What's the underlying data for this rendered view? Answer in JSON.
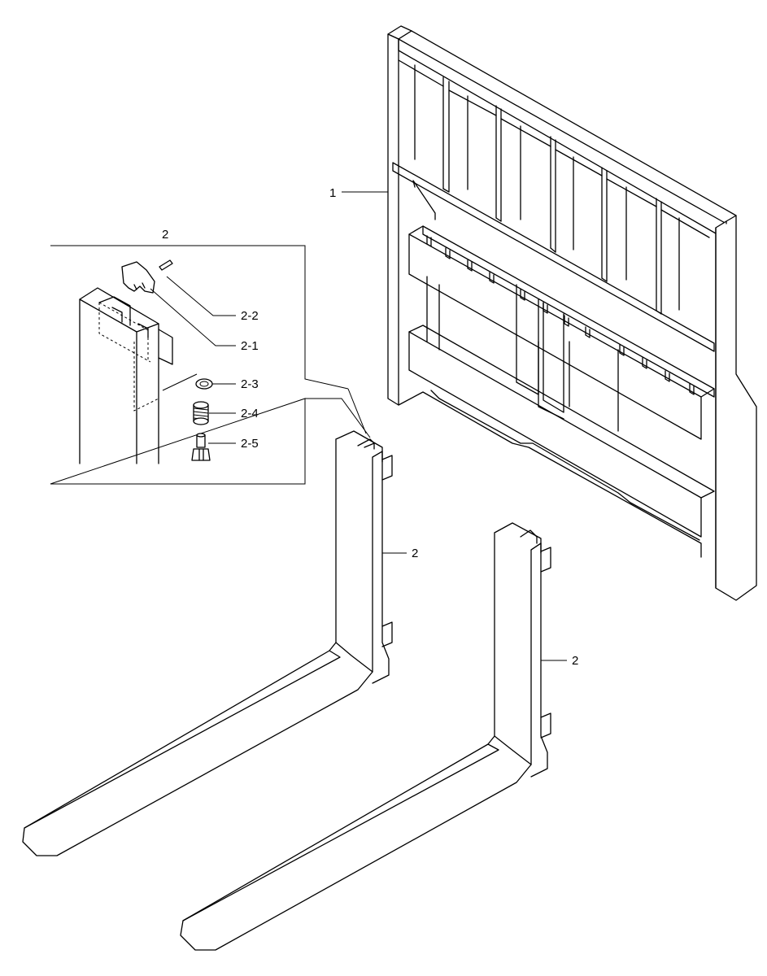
{
  "callouts": {
    "carriage": "1",
    "detail_box": "2",
    "fork_left": "2",
    "fork_right": "2",
    "part_2_1": "2-1",
    "part_2_2": "2-2",
    "part_2_3": "2-3",
    "part_2_4": "2-4",
    "part_2_5": "2-5"
  }
}
